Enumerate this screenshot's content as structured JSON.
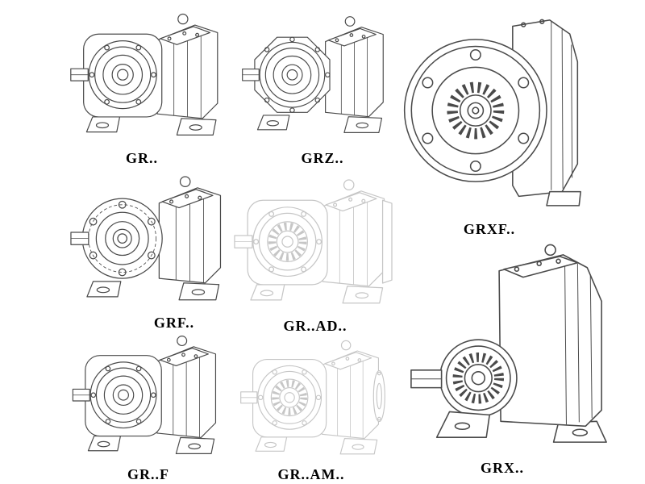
{
  "page": {
    "background": "#ffffff",
    "line_color": "#4a4a4a",
    "ghost_line_color": "#c6c6c6",
    "label_color": "#000000",
    "description": "Catalog sheet of helical gear reducer models, isometric line drawings"
  },
  "items": [
    {
      "id": "gr",
      "label": "GR.."
    },
    {
      "id": "grz",
      "label": "GRZ.."
    },
    {
      "id": "grxf",
      "label": "GRXF.."
    },
    {
      "id": "grf",
      "label": "GRF.."
    },
    {
      "id": "gr-ad",
      "label": "GR..AD.."
    },
    {
      "id": "gr-f",
      "label": "GR..F"
    },
    {
      "id": "gr-am",
      "label": "GR..AM.."
    },
    {
      "id": "grx",
      "label": "GRX.."
    }
  ]
}
